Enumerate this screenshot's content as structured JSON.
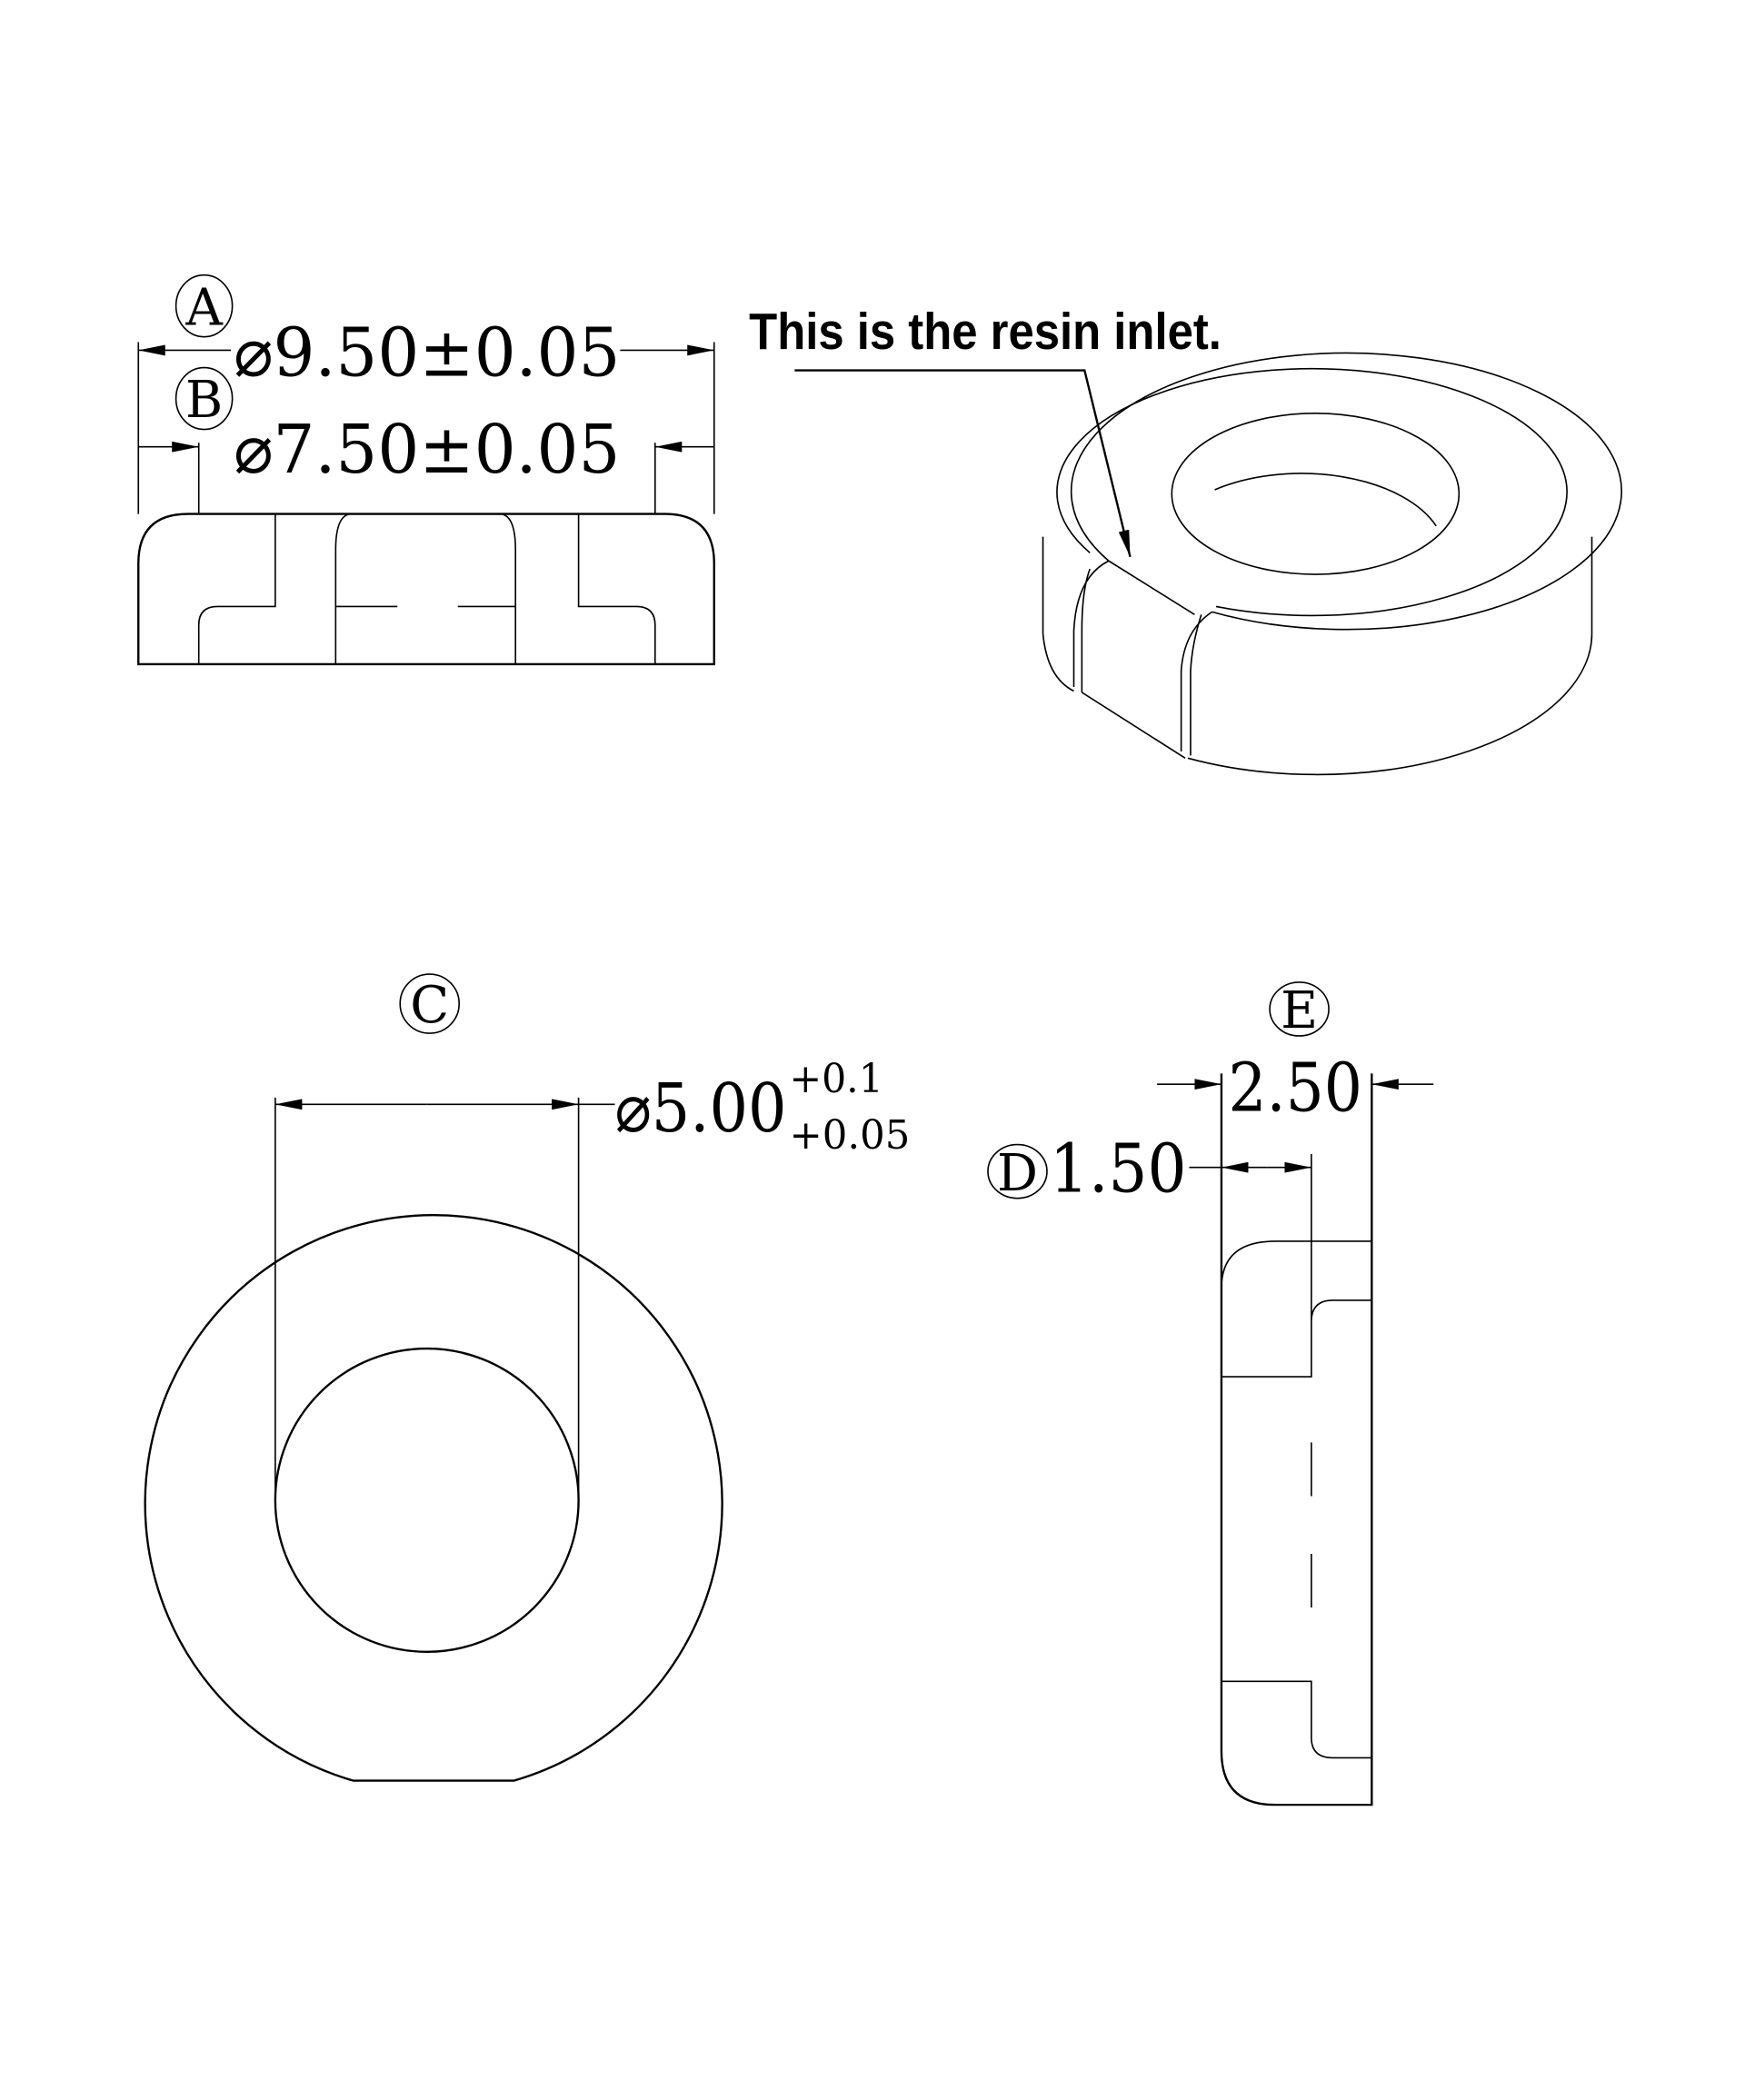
{
  "annotation": "This is the resin inlet.",
  "dimensions": {
    "A": {
      "marker": "A",
      "text": "⌀9.50±0.05"
    },
    "B": {
      "marker": "B",
      "text": "⌀7.50±0.05"
    },
    "C": {
      "marker": "C",
      "text": "⌀5.00",
      "upper_tol": "+0.1",
      "lower_tol": "+0.05"
    },
    "D": {
      "marker": "D",
      "text": "1.50"
    },
    "E": {
      "marker": "E",
      "text": "2.50"
    }
  },
  "colors": {
    "line": "#000000",
    "background": "#ffffff"
  }
}
